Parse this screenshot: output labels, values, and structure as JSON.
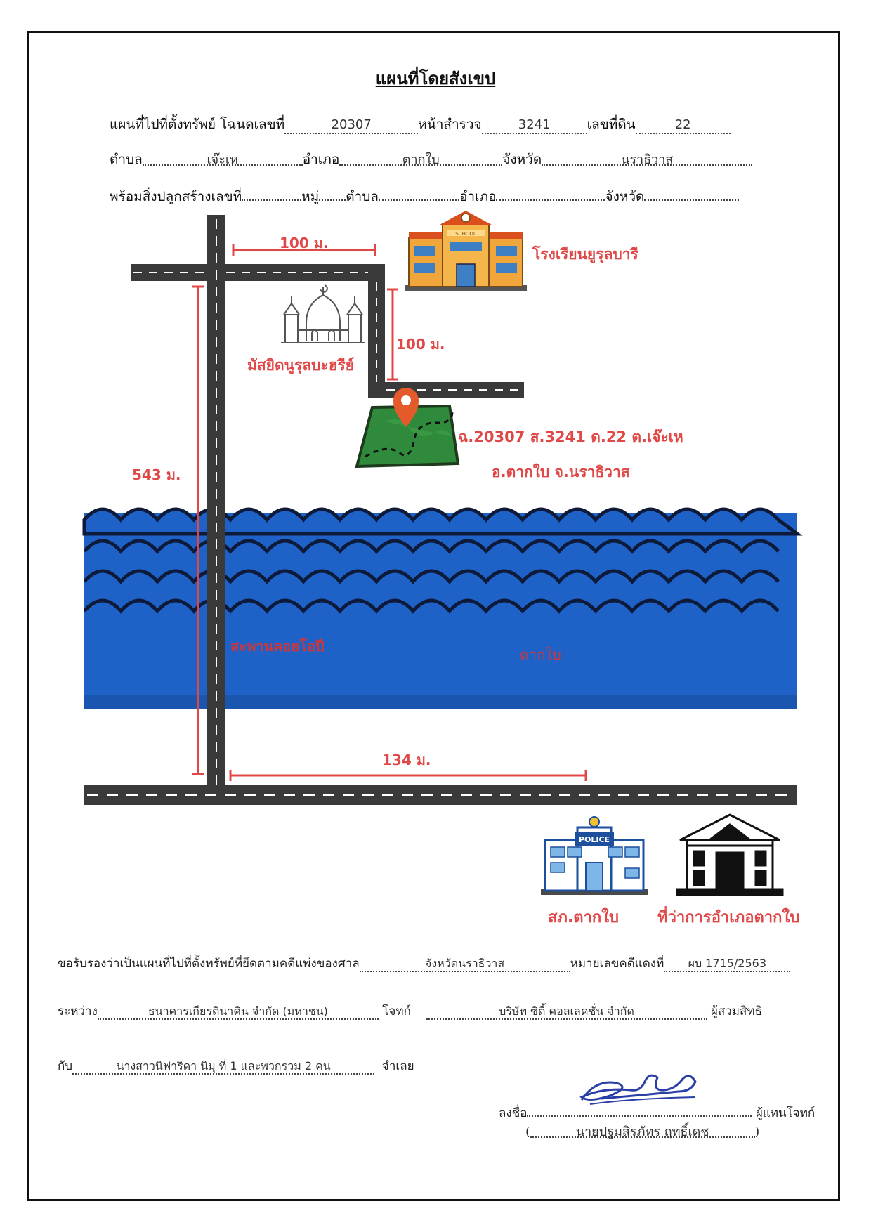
{
  "header": {
    "title": "แผนที่โดยสังเขป",
    "line1": {
      "map_to_label": "แผนที่ไปที่ตั้งทรัพย์ โฉนดเลขที่",
      "deed_no": "20307",
      "survey_page_label": "หน้าสำรวจ",
      "survey_page": "3241",
      "land_no_label": "เลขที่ดิน",
      "land_no": "22"
    },
    "line2": {
      "subdistrict_label": "ตำบล",
      "subdistrict": "เจ๊ะเห",
      "district_label": "อำเภอ",
      "district": "ตากใบ",
      "province_label": "จังหวัด",
      "province": "นราธิวาส"
    },
    "line3": {
      "building_label": "พร้อมสิ่งปลูกสร้างเลขที่",
      "moo_label": "หมู่",
      "subdistrict_label": "ตำบล",
      "district_label": "อำเภอ",
      "province_label": "จังหวัด"
    }
  },
  "map": {
    "distance_top": "100 ม.",
    "distance_right": "100 ม.",
    "distance_left": "543 ม.",
    "distance_bottom": "134 ม.",
    "school_label": "โรงเรียนยูรุลบารี",
    "school_sign": "SCHOOL",
    "mosque_label": "มัสยิดนูรุลบะฮรีย์",
    "parcel_line1": "ฉ.20307 ส.3241 ด.22 ต.เจ๊ะเห",
    "parcel_line2": "อ.ตากใบ จ.นราธิวาส",
    "bridge_label": "สะพานคอยโอปี",
    "river_label": "ตากใบ",
    "police_sign": "POLICE",
    "police_label": "สภ.ตากใบ",
    "district_office_label": "ที่ว่าการอำเภอตากใบ",
    "colors": {
      "label_red": "#e04848",
      "water_blue": "#1e62c8",
      "road_dark": "#3a3a3a",
      "parcel_green": "#2f8a3c",
      "pin_orange": "#e55a2b"
    },
    "icons": [
      "school-icon",
      "mosque-icon",
      "location-pin-icon",
      "police-station-icon",
      "district-office-icon"
    ]
  },
  "footer": {
    "certify_label": "ขอรับรองว่าเป็นแผนที่ไปที่ตั้งทรัพย์ที่ยึดตามคดีแพ่งของศาล",
    "court": "จังหวัดนราธิวาส",
    "case_no_label": "หมายเลขคดีแดงที่",
    "case_no": "ผบ 1715/2563",
    "between_label": "ระหว่าง",
    "plaintiff": "ธนาคารเกียรตินาคิน จำกัด (มหาชน)",
    "plaintiff_role": "โจทก์",
    "successor": "บริษัท ซิตี้ คอลเลคชั่น จำกัด",
    "successor_role": "ผู้สวมสิทธิ",
    "with_label": "กับ",
    "defendant": "นางสาวนิฟาริดา นิมุ ที่ 1 และพวกรวม 2 คน",
    "defendant_role": "จำเลย",
    "sign_label": "ลงชื่อ",
    "sign_role": "ผู้แทนโจทก์",
    "signer_name": "นายปฐมสิรภัทร ฤทธิ์เดช"
  }
}
